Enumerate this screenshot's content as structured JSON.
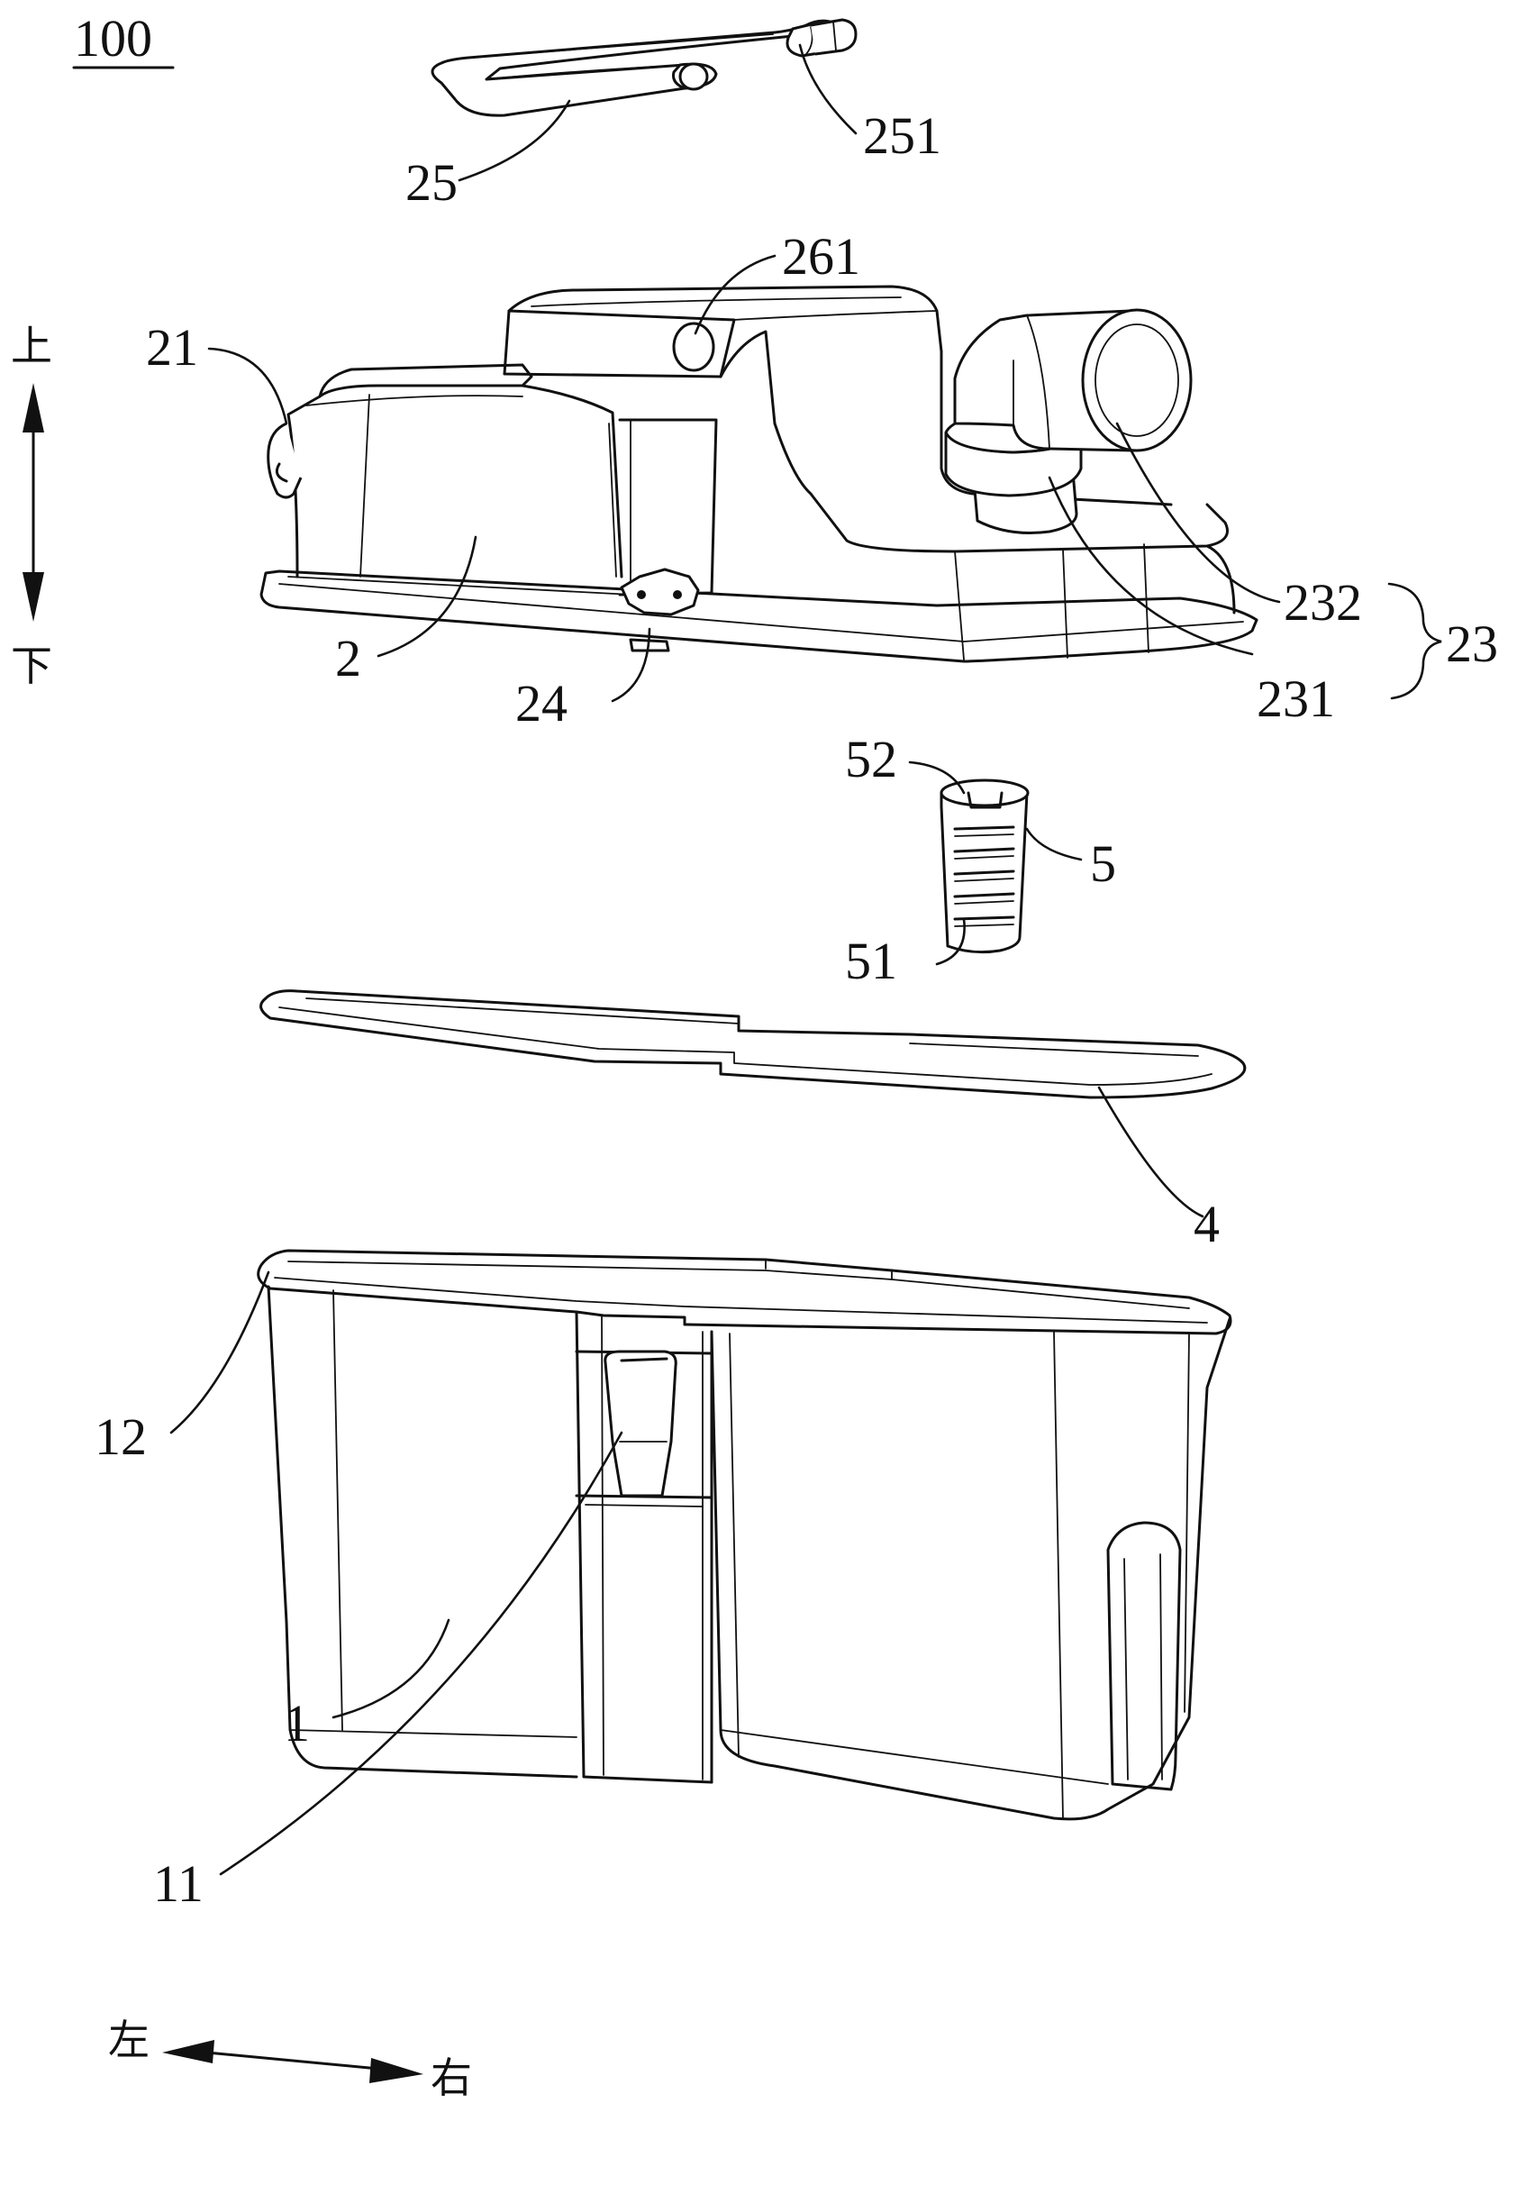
{
  "figure": {
    "ref": "100",
    "labels": {
      "l25": "25",
      "l251": "251",
      "l261": "261",
      "l21": "21",
      "l2": "2",
      "l24": "24",
      "l232": "232",
      "l231": "231",
      "l23": "23",
      "l52": "52",
      "l5": "5",
      "l51": "51",
      "l4": "4",
      "l12": "12",
      "l11": "11",
      "l1": "1"
    },
    "directions": {
      "up": "上",
      "down": "下",
      "left": "左",
      "right": "右"
    }
  }
}
